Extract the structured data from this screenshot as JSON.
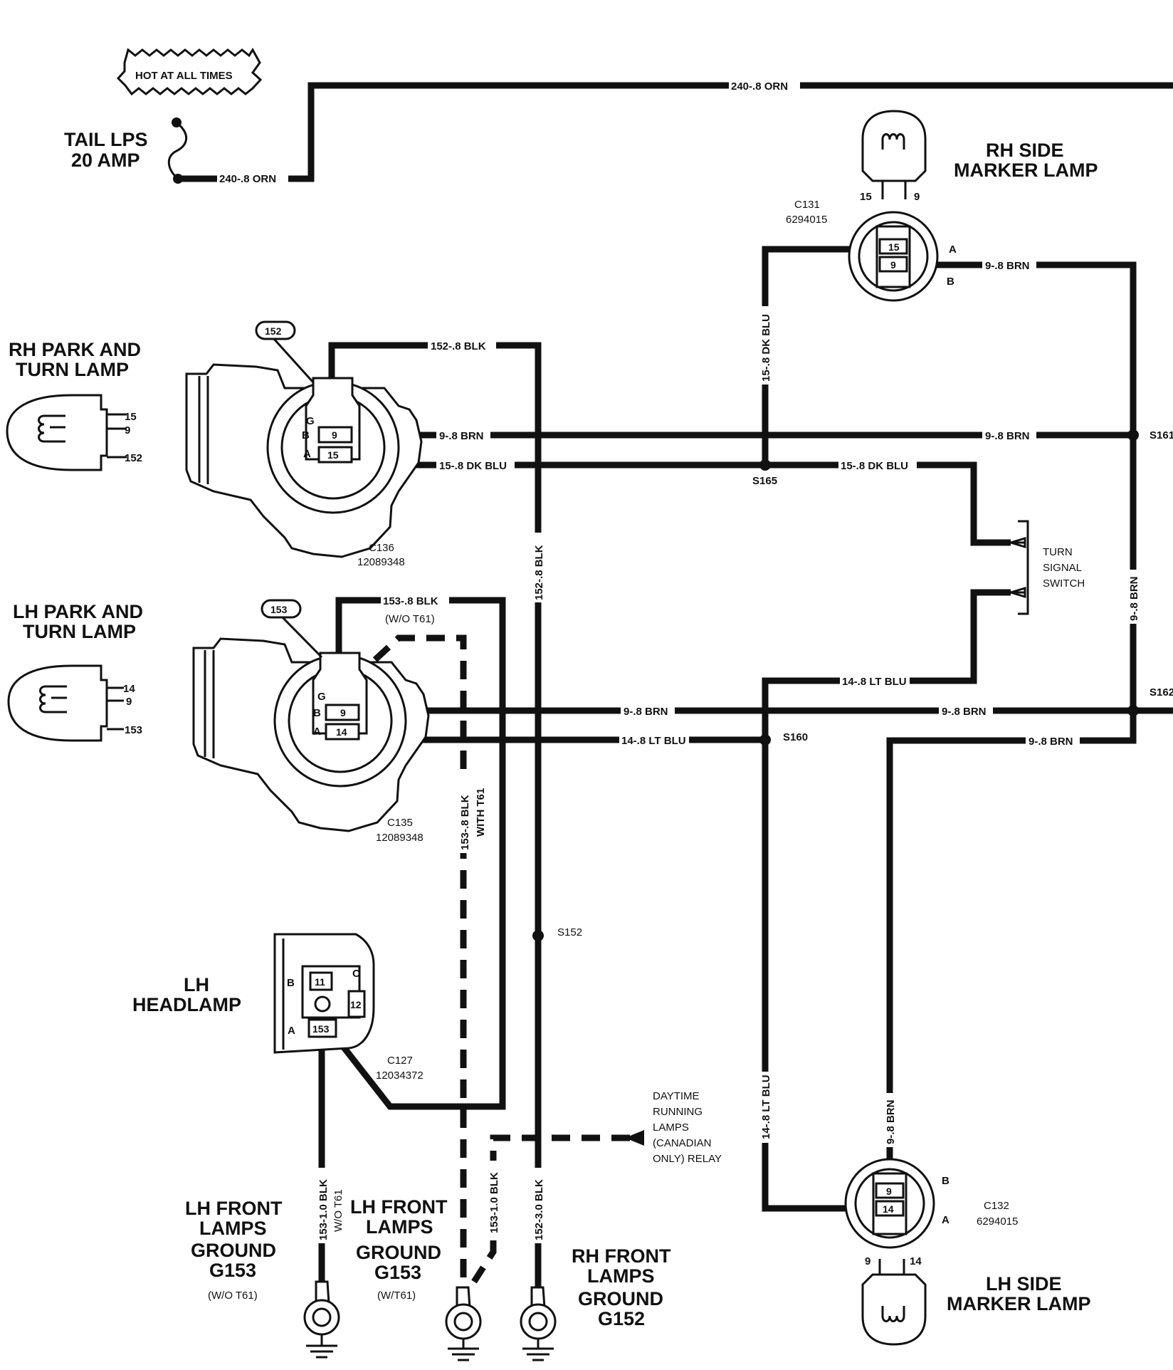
{
  "hot_label": "HOT AT ALL TIMES",
  "fuse": {
    "line1": "TAIL LPS",
    "line2": "20 AMP"
  },
  "wires": {
    "w240": "240-.8 ORN",
    "w152": "152-.8 BLK",
    "w9": "9-.8 BRN",
    "w15": "15-.8 DK BLU",
    "w153": "153-.8 BLK",
    "w153_wo": "(W/O T61)",
    "w14": "14-.8 LT BLU",
    "w153_with_a": "153-.8 BLK",
    "w153_with_b": "WITH T61",
    "w152_30": "152-3.0 BLK",
    "w153_10": "153-1.0 BLK",
    "w153_10_wo": "W/O T61"
  },
  "components": {
    "rh_park_1": "RH PARK AND",
    "rh_park_2": "TURN LAMP",
    "lh_park_1": "LH PARK AND",
    "lh_park_2": "TURN LAMP",
    "rh_side_1": "RH SIDE",
    "rh_side_2": "MARKER LAMP",
    "lh_side_1": "LH SIDE",
    "lh_side_2": "MARKER LAMP",
    "lh_head_1": "LH",
    "lh_head_2": "HEADLAMP",
    "turn_1": "TURN",
    "turn_2": "SIGNAL",
    "turn_3": "SWITCH",
    "drl": [
      "DAYTIME",
      "RUNNING",
      "LAMPS",
      "(CANADIAN",
      "ONLY) RELAY"
    ]
  },
  "connectors": {
    "c131": {
      "name": "C131",
      "part": "6294015"
    },
    "c132": {
      "name": "C132",
      "part": "6294015"
    },
    "c135": {
      "name": "C135",
      "part": "12089348"
    },
    "c136": {
      "name": "C136",
      "part": "12089348"
    },
    "c127": {
      "name": "C127",
      "part": "12034372"
    }
  },
  "splices": {
    "s152": "S152",
    "s160": "S160",
    "s161": "S161",
    "s162": "S162",
    "s165": "S165"
  },
  "pins": {
    "n152": "152",
    "n153": "153",
    "n9": "9",
    "n15": "15",
    "n14": "14",
    "n11": "11",
    "n12": "12",
    "lA": "A",
    "lB": "B",
    "lC": "C",
    "lG": "G"
  },
  "grounds": {
    "g153_wo": {
      "l1": "LH FRONT",
      "l2": "LAMPS",
      "l3": "GROUND",
      "l4": "G153",
      "note": "(W/O T61)"
    },
    "g153_w": {
      "l1": "LH FRONT",
      "l2": "LAMPS",
      "l3": "GROUND",
      "l4": "G153",
      "note": "(W/T61)"
    },
    "g152": {
      "l1": "RH FRONT",
      "l2": "LAMPS",
      "l3": "GROUND",
      "l4": "G152"
    }
  }
}
